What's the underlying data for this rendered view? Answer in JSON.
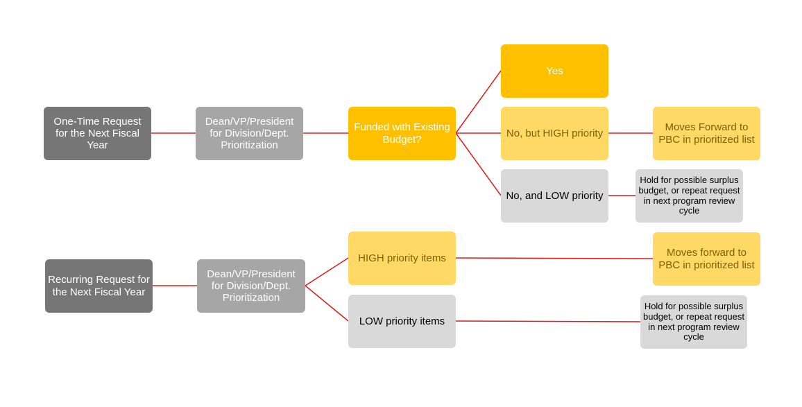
{
  "colors": {
    "connector": "#e01b1b",
    "dark_grey": "#767676",
    "mid_grey": "#a6a6a6",
    "gold": "#ffc000",
    "light_gold": "#ffd966",
    "light_grey": "#d9d9d9"
  },
  "nodes": {
    "one_time_request": "One-Time Request for the Next Fiscal Year",
    "one_time_prioritization": "Dean/VP/President for Division/Dept. Prioritization",
    "funded_question": "Funded with Existing Budget?",
    "yes": "Yes",
    "no_high": "No, but HIGH priority",
    "no_low": "No, and LOW priority",
    "moves_forward_1": "Moves Forward to PBC in prioritized list",
    "hold_1": "Hold for possible surplus budget, or repeat request in next program review cycle",
    "recurring_request": "Recurring Request for the Next Fiscal Year",
    "recurring_prioritization": "Dean/VP/President for Division/Dept. Prioritization",
    "high_items": "HIGH priority items",
    "low_items": "LOW priority items",
    "moves_forward_2": "Moves forward to PBC in prioritized list",
    "hold_2": "Hold for possible surplus budget, or repeat request in next program review cycle"
  }
}
